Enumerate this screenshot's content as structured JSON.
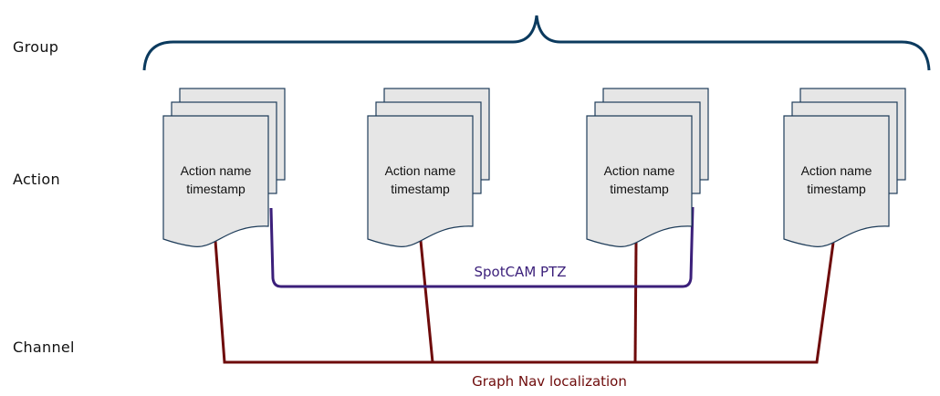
{
  "row_labels": {
    "group": "Group",
    "action": "Action",
    "channel": "Channel"
  },
  "actions": [
    {
      "line1": "Action name",
      "line2": "timestamp"
    },
    {
      "line1": "Action name",
      "line2": "timestamp"
    },
    {
      "line1": "Action name",
      "line2": "timestamp"
    },
    {
      "line1": "Action name",
      "line2": "timestamp"
    }
  ],
  "channels": {
    "spotcam": {
      "label": "SpotCAM PTZ",
      "color": "#3b1f7a",
      "connects_actions": [
        1,
        3
      ]
    },
    "graphnav": {
      "label": "Graph Nav localization",
      "color": "#6e0b0b",
      "connects_actions": [
        1,
        2,
        3,
        4
      ]
    }
  },
  "colors": {
    "brace": "#0b3a5e",
    "doc_fill": "#e6e6e6",
    "doc_stroke": "#1f3d5a"
  }
}
